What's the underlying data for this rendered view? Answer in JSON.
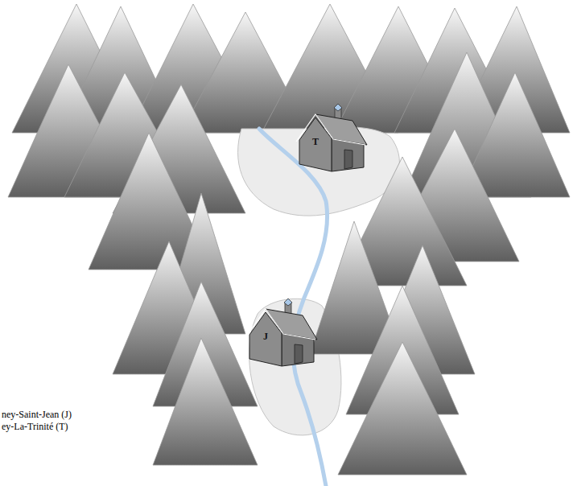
{
  "diagram": {
    "nodes": [
      {
        "text": [
          "T"
        ]
      },
      {
        "text": [
          "J"
        ]
      }
    ],
    "labels": [
      "ney-Saint-Jean (J)",
      "ey-La-Trinité (T)"
    ]
  }
}
